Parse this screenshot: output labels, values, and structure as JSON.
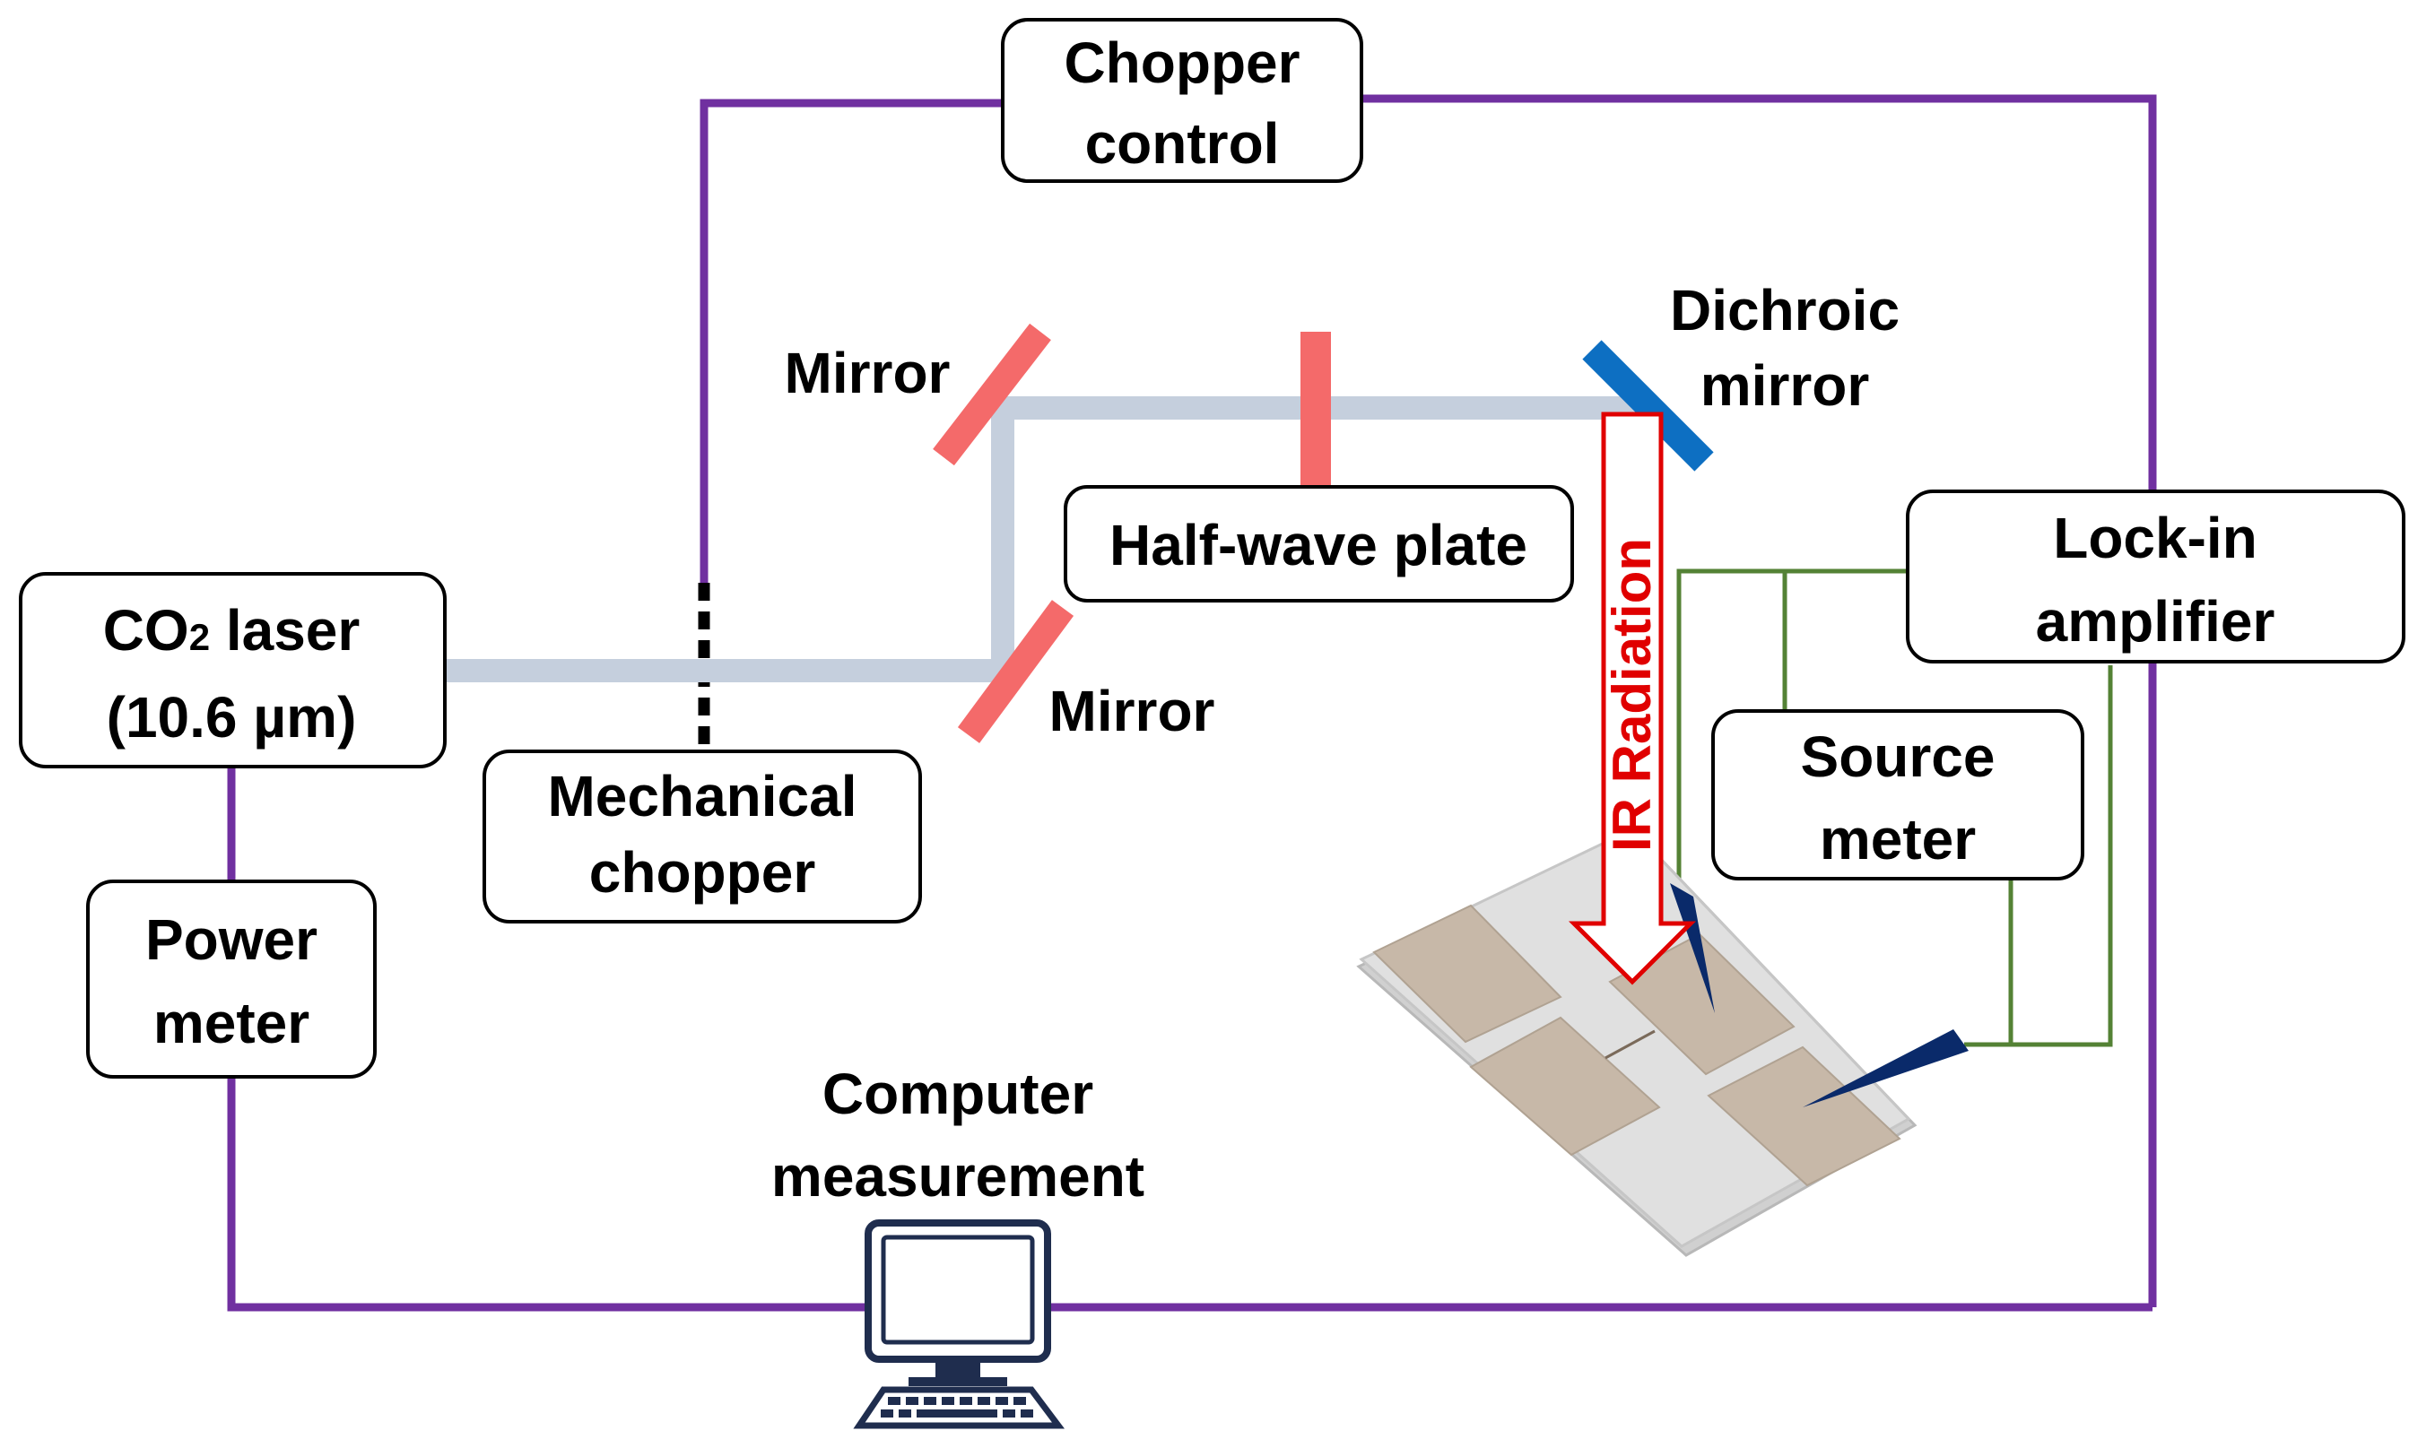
{
  "labels": {
    "chopper_control": [
      "Chopper",
      "control"
    ],
    "co2_laser": [
      "CO",
      "2",
      " laser",
      "(10.6 µm)"
    ],
    "power_meter": [
      "Power",
      "meter"
    ],
    "mechanical_chopper": [
      "Mechanical",
      "chopper"
    ],
    "half_wave_plate": "Half-wave plate",
    "mirror_top": "Mirror",
    "mirror_bottom": "Mirror",
    "dichroic_mirror": [
      "Dichroic",
      "mirror"
    ],
    "lock_in_amplifier": [
      "Lock-in",
      "amplifier"
    ],
    "source_meter": [
      "Source",
      "meter"
    ],
    "ir_radiation": "IR Radiation",
    "computer_measurement": [
      "Computer",
      "measurement"
    ]
  },
  "colors": {
    "control_wire": "#7030a0",
    "beam": "#c5cfdd",
    "mirror": "#f46a6a",
    "dichroic": "#0d6fc2",
    "ir_arrow": "#e00000",
    "signal_wire": "#548235",
    "probe": "#0a2a6a",
    "substrate": "#d9d9d9",
    "electrode": "#c7b8a8"
  }
}
